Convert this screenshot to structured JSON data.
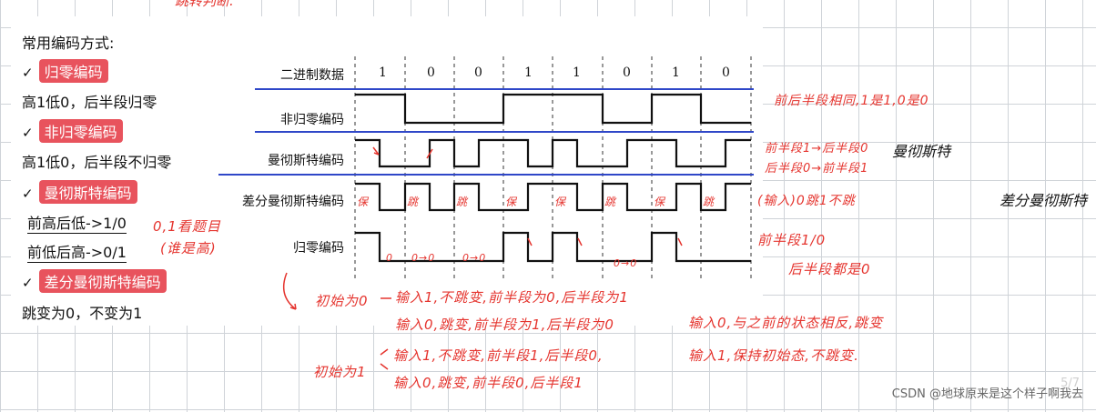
{
  "top_scribble": "跳转判断.",
  "left_panel": {
    "heading": "常用编码方式:",
    "items": [
      {
        "check": "✓",
        "label": "归零编码",
        "desc": "高1低0，后半段归零"
      },
      {
        "check": "✓",
        "label": "非归零编码",
        "desc": "高1低0，后半段不归零"
      },
      {
        "check": "✓",
        "label": "曼彻斯特编码",
        "desc_lines": [
          "前高后低->1/0",
          "前低后高->0/1"
        ]
      },
      {
        "check": "✓",
        "label": "差分曼彻斯特编码",
        "desc": "跳变为0，不变为1"
      }
    ]
  },
  "diagram": {
    "row_labels": {
      "binary": "二进制数据",
      "nrz": "非归零编码",
      "manchester": "曼彻斯特编码",
      "diff_manchester": "差分曼彻斯特编码",
      "rz": "归零编码"
    },
    "bits": [
      "1",
      "0",
      "0",
      "1",
      "1",
      "0",
      "1",
      "0"
    ],
    "diff_marks": [
      "保",
      "跳",
      "跳",
      "保",
      "保",
      "跳",
      "保",
      "跳"
    ]
  },
  "annotations": {
    "nrz_note": "前后半段相同,1是1,0是0",
    "manchester_note1": "前半段1→后半段0",
    "manchester_note2": "后半段0→前半段1",
    "manchester_side": "曼彻斯特",
    "diff_note": "(输入)0跳1不跳",
    "diff_side": "差分曼彻斯特",
    "rz_note1": "前半段1/0",
    "rz_note2": "后半段都是0",
    "left_note1": "0,1看题目",
    "left_note2": "(谁是高)",
    "init0_prefix": "初始为0",
    "init0_line1": "输入1,不跳变,前半段为0,后半段为1",
    "init0_line2": "输入0,跳变,前半段为1,后半段为0",
    "init1_prefix": "初始为1",
    "init1_line1": "输入1,不跳变,前半段1,后半段0,",
    "init1_line2": "输入0,跳变,前半段0,后半段1",
    "right_note1": "输入0,与之前的状态相反,跳变",
    "right_note2": "输入1,保持初始态,不跳变.",
    "small_marks": [
      "0",
      "0→0",
      "0→0",
      "0→0"
    ]
  },
  "footer": {
    "page": "5/7",
    "watermark": "CSDN @地球原来是这个样子啊我去"
  },
  "colors": {
    "red": "#e5352f",
    "pill": "#e8535d",
    "blue_line": "#2f47c8",
    "wave": "#111111",
    "grid": "#cfd3d8"
  }
}
